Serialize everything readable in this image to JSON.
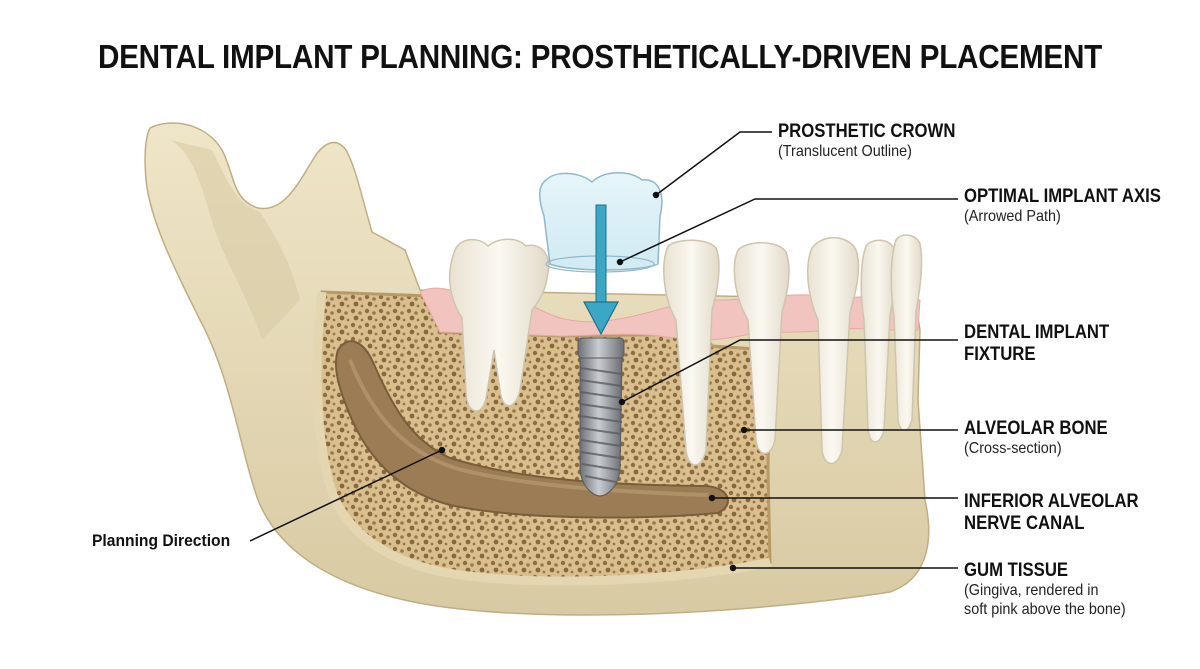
{
  "title": "DENTAL IMPLANT PLANNING: PROSTHETICALLY-DRIVEN PLACEMENT",
  "labels": {
    "crown": {
      "main": "PROSTHETIC CROWN",
      "sub": "(Translucent Outline)"
    },
    "axis": {
      "main": "OPTIMAL IMPLANT AXIS",
      "sub": "(Arrowed Path)"
    },
    "implant": {
      "main1": "DENTAL IMPLANT",
      "main2": "FIXTURE"
    },
    "bone": {
      "main": "ALVEOLAR BONE",
      "sub": "(Cross-section)"
    },
    "nerve": {
      "main1": "INFERIOR ALVEOLAR",
      "main2": "NERVE CANAL"
    },
    "gum": {
      "main": "GUM TISSUE",
      "sub1": "(Gingiva, rendered in",
      "sub2": "soft pink above the bone)"
    },
    "planning": {
      "main": "Planning Direction"
    }
  },
  "colors": {
    "bone_surface": "#e8dcbc",
    "bone_shadow": "#cbbd96",
    "spongy_bone": "#c9a874",
    "nerve_canal": "#9b7c55",
    "gum": "#f2c4c0",
    "tooth": "#f7f3ea",
    "implant": "#8c8f94",
    "crown": "#cfeaf4",
    "arrow": "#3ba7c4",
    "leader": "#111111"
  }
}
